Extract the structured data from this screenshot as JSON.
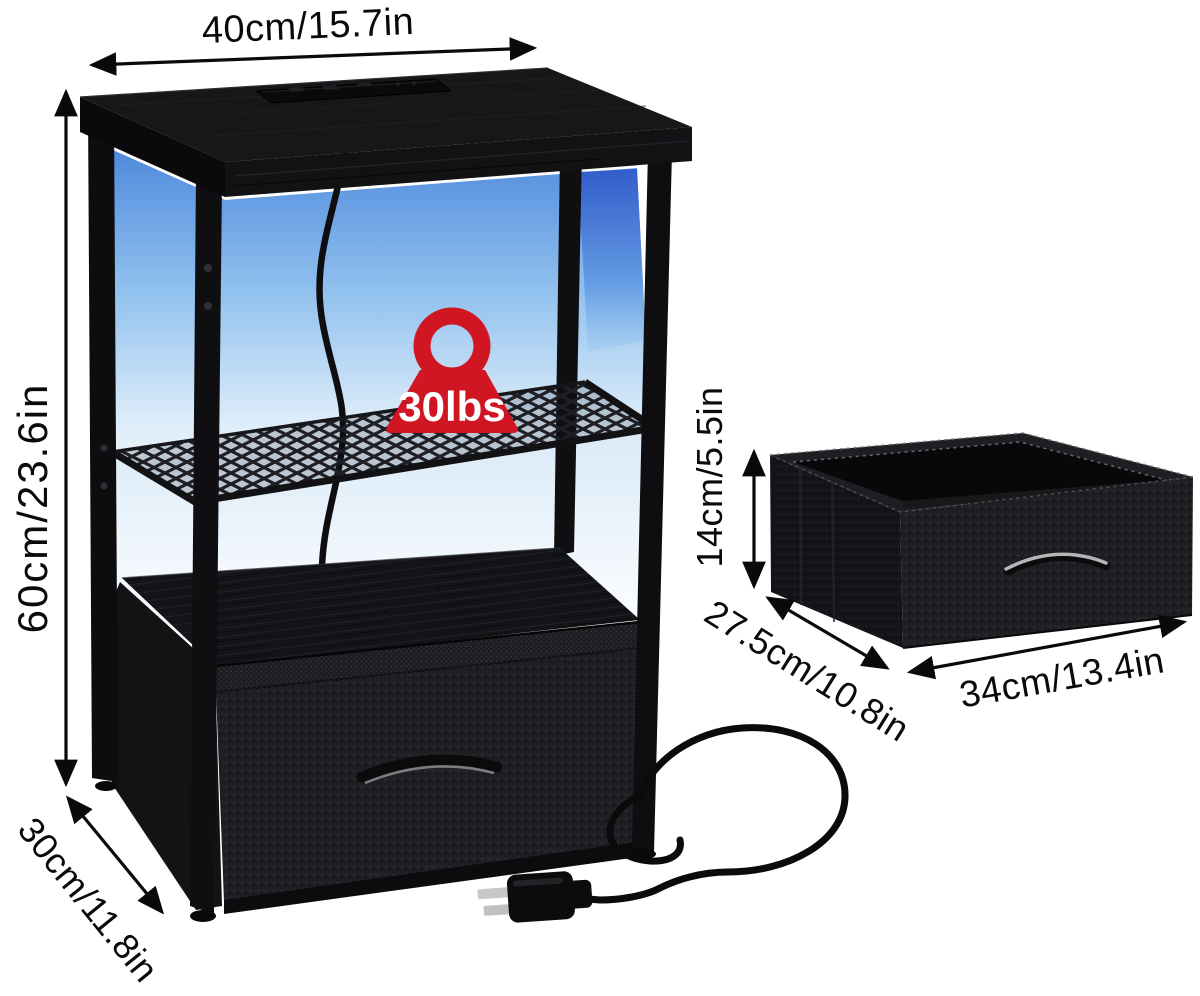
{
  "badge": {
    "weight_capacity": "30lbs"
  },
  "dimensions": {
    "width": "40cm/15.7in",
    "height": "60cm/23.6in",
    "depth": "30cm/11.8in",
    "drawer_height": "14cm/5.5in",
    "drawer_depth": "27.5cm/10.8in",
    "drawer_width": "34cm/13.4in"
  },
  "colors": {
    "background": "#ffffff",
    "furniture_black": "#141417",
    "led_glow_top": "#4c86db",
    "led_glow_deep": "#2b55c8",
    "led_glow_bottom": "#ecf5fc",
    "weight_badge_red": "#d01622",
    "weight_badge_text": "#ffffff",
    "dimension_text": "#0a0a0a",
    "handle_silver": "#b4b5b8",
    "plug_prong_silver": "#c7c8ca"
  }
}
